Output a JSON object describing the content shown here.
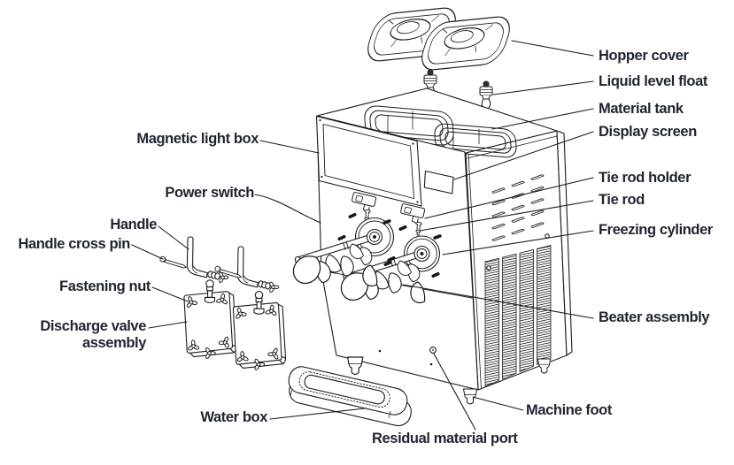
{
  "diagram": {
    "labels": {
      "hopper_cover": "Hopper cover",
      "liquid_level_float": "Liquid level float",
      "material_tank": "Material tank",
      "display_screen": "Display screen",
      "tie_rod_holder": "Tie rod holder",
      "tie_rod": "Tie rod",
      "freezing_cylinder": "Freezing cylinder",
      "beater_assembly": "Beater assembly",
      "machine_foot": "Machine foot",
      "residual_material_port": "Residual material port",
      "water_box": "Water box",
      "discharge_valve_assembly": "Discharge valve assembly",
      "fastening_nut": "Fastening nut",
      "handle_cross_pin": "Handle cross pin",
      "handle": "Handle",
      "power_switch": "Power switch",
      "magnetic_light_box": "Magnetic light box"
    },
    "colors": {
      "background": "#ffffff",
      "line_color": "#1c1c1c",
      "label_color": "#1f2530"
    }
  }
}
